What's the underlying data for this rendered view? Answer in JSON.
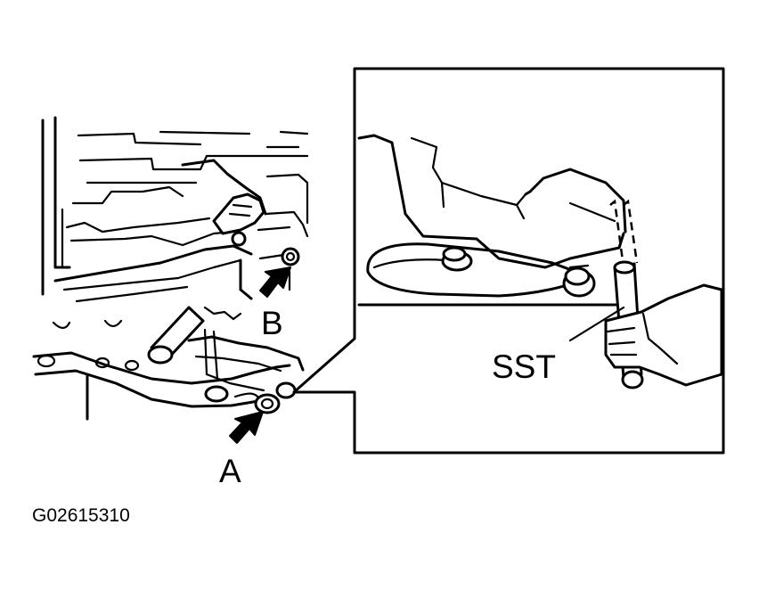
{
  "labels": {
    "bolt_a": "A",
    "bolt_b": "B",
    "special_tool": "SST",
    "figure_code": "G02615310"
  },
  "colors": {
    "ink": "#000000",
    "paper": "#ffffff"
  },
  "icons": {
    "arrow_a": "bolt-pointer-arrow-icon",
    "arrow_b": "bolt-pointer-arrow-icon"
  }
}
